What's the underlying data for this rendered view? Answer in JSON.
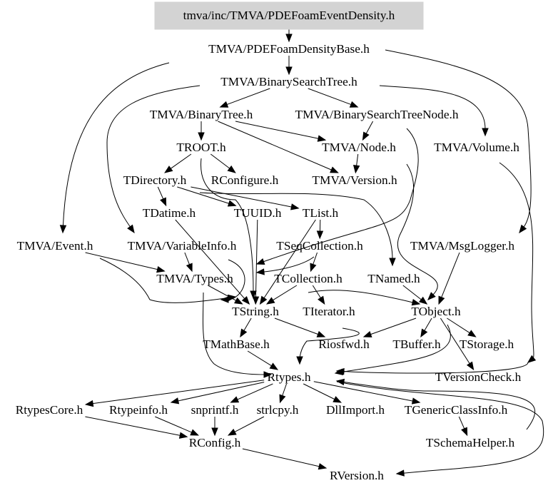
{
  "title": "tmva/inc/TMVA/PDEFoamEventDensity.h",
  "colors": {
    "root_fill": "#d3d3d3",
    "edge": "#000000",
    "text": "#000000",
    "background": "#ffffff"
  },
  "nodes": [
    {
      "id": "root",
      "label": "tmva/inc/TMVA/PDEFoamEventDensity.h",
      "root": true
    },
    {
      "id": "densitybase",
      "label": "TMVA/PDEFoamDensityBase.h"
    },
    {
      "id": "bst",
      "label": "TMVA/BinarySearchTree.h"
    },
    {
      "id": "bintree",
      "label": "TMVA/BinaryTree.h"
    },
    {
      "id": "bstnode",
      "label": "TMVA/BinarySearchTreeNode.h"
    },
    {
      "id": "troot",
      "label": "TROOT.h"
    },
    {
      "id": "node",
      "label": "TMVA/Node.h"
    },
    {
      "id": "volume",
      "label": "TMVA/Volume.h"
    },
    {
      "id": "tdirectory",
      "label": "TDirectory.h"
    },
    {
      "id": "rconfigure",
      "label": "RConfigure.h"
    },
    {
      "id": "version",
      "label": "TMVA/Version.h"
    },
    {
      "id": "tdatime",
      "label": "TDatime.h"
    },
    {
      "id": "tuuid",
      "label": "TUUID.h"
    },
    {
      "id": "tlist",
      "label": "TList.h"
    },
    {
      "id": "event",
      "label": "TMVA/Event.h"
    },
    {
      "id": "varinfo",
      "label": "TMVA/VariableInfo.h"
    },
    {
      "id": "tseqcoll",
      "label": "TSeqCollection.h"
    },
    {
      "id": "msglogger",
      "label": "TMVA/MsgLogger.h"
    },
    {
      "id": "types",
      "label": "TMVA/Types.h"
    },
    {
      "id": "tcollection",
      "label": "TCollection.h"
    },
    {
      "id": "tnamed",
      "label": "TNamed.h"
    },
    {
      "id": "tstring",
      "label": "TString.h"
    },
    {
      "id": "titerator",
      "label": "TIterator.h"
    },
    {
      "id": "tobject",
      "label": "TObject.h"
    },
    {
      "id": "tmathbase",
      "label": "TMathBase.h"
    },
    {
      "id": "riosfwd",
      "label": "Riosfwd.h"
    },
    {
      "id": "tbuffer",
      "label": "TBuffer.h"
    },
    {
      "id": "tstorage",
      "label": "TStorage.h"
    },
    {
      "id": "rtypes",
      "label": "Rtypes.h"
    },
    {
      "id": "tversioncheck",
      "label": "TVersionCheck.h"
    },
    {
      "id": "rtypescore",
      "label": "RtypesCore.h"
    },
    {
      "id": "rtypeinfo",
      "label": "Rtypeinfo.h"
    },
    {
      "id": "snprintf",
      "label": "snprintf.h"
    },
    {
      "id": "strlcpy",
      "label": "strlcpy.h"
    },
    {
      "id": "dllimport",
      "label": "DllImport.h"
    },
    {
      "id": "tgenericclassinfo",
      "label": "TGenericClassInfo.h"
    },
    {
      "id": "rconfig",
      "label": "RConfig.h"
    },
    {
      "id": "tschemahelper",
      "label": "TSchemaHelper.h"
    },
    {
      "id": "rversion",
      "label": "RVersion.h"
    }
  ],
  "edges": [
    [
      "root",
      "densitybase"
    ],
    [
      "densitybase",
      "bst"
    ],
    [
      "densitybase",
      "event"
    ],
    [
      "densitybase",
      "msglogger"
    ],
    [
      "bst",
      "bintree"
    ],
    [
      "bst",
      "bstnode"
    ],
    [
      "bst",
      "volume"
    ],
    [
      "bst",
      "varinfo"
    ],
    [
      "bintree",
      "troot"
    ],
    [
      "bintree",
      "node"
    ],
    [
      "bintree",
      "version"
    ],
    [
      "bstnode",
      "node"
    ],
    [
      "bstnode",
      "types"
    ],
    [
      "node",
      "version"
    ],
    [
      "node",
      "tobject"
    ],
    [
      "volume",
      "tversioncheck"
    ],
    [
      "troot",
      "tdirectory"
    ],
    [
      "troot",
      "rconfigure"
    ],
    [
      "troot",
      "tstring"
    ],
    [
      "tdirectory",
      "tdatime"
    ],
    [
      "tdirectory",
      "tuuid"
    ],
    [
      "tdirectory",
      "tlist"
    ],
    [
      "tdirectory",
      "tnamed"
    ],
    [
      "tdatime",
      "tstring"
    ],
    [
      "tuuid",
      "tstring"
    ],
    [
      "tlist",
      "tseqcoll"
    ],
    [
      "tlist",
      "tstring"
    ],
    [
      "event",
      "types"
    ],
    [
      "event",
      "tstring"
    ],
    [
      "varinfo",
      "types"
    ],
    [
      "varinfo",
      "tstring"
    ],
    [
      "tseqcoll",
      "tcollection"
    ],
    [
      "tseqcoll",
      "types"
    ],
    [
      "msglogger",
      "tobject"
    ],
    [
      "types",
      "rtypes"
    ],
    [
      "types",
      "tstring"
    ],
    [
      "tcollection",
      "tstring"
    ],
    [
      "tcollection",
      "titerator"
    ],
    [
      "tcollection",
      "tobject"
    ],
    [
      "tnamed",
      "tobject"
    ],
    [
      "tstring",
      "tmathbase"
    ],
    [
      "tstring",
      "riosfwd"
    ],
    [
      "titerator",
      "rtypes"
    ],
    [
      "tobject",
      "riosfwd"
    ],
    [
      "tobject",
      "tbuffer"
    ],
    [
      "tobject",
      "tstorage"
    ],
    [
      "tobject",
      "rtypes"
    ],
    [
      "tobject",
      "tversioncheck"
    ],
    [
      "tmathbase",
      "rtypes"
    ],
    [
      "tversioncheck",
      "rtypes"
    ],
    [
      "rtypes",
      "rtypescore"
    ],
    [
      "rtypes",
      "rtypeinfo"
    ],
    [
      "rtypes",
      "snprintf"
    ],
    [
      "rtypes",
      "strlcpy"
    ],
    [
      "rtypes",
      "dllimport"
    ],
    [
      "rtypes",
      "tgenericclassinfo"
    ],
    [
      "rtypes",
      "rversion"
    ],
    [
      "rtypescore",
      "rconfig"
    ],
    [
      "rtypeinfo",
      "rconfig"
    ],
    [
      "snprintf",
      "rconfig"
    ],
    [
      "strlcpy",
      "rconfig"
    ],
    [
      "rconfig",
      "rversion"
    ],
    [
      "tgenericclassinfo",
      "tschemahelper"
    ],
    [
      "tschemahelper",
      "rtypes"
    ]
  ]
}
